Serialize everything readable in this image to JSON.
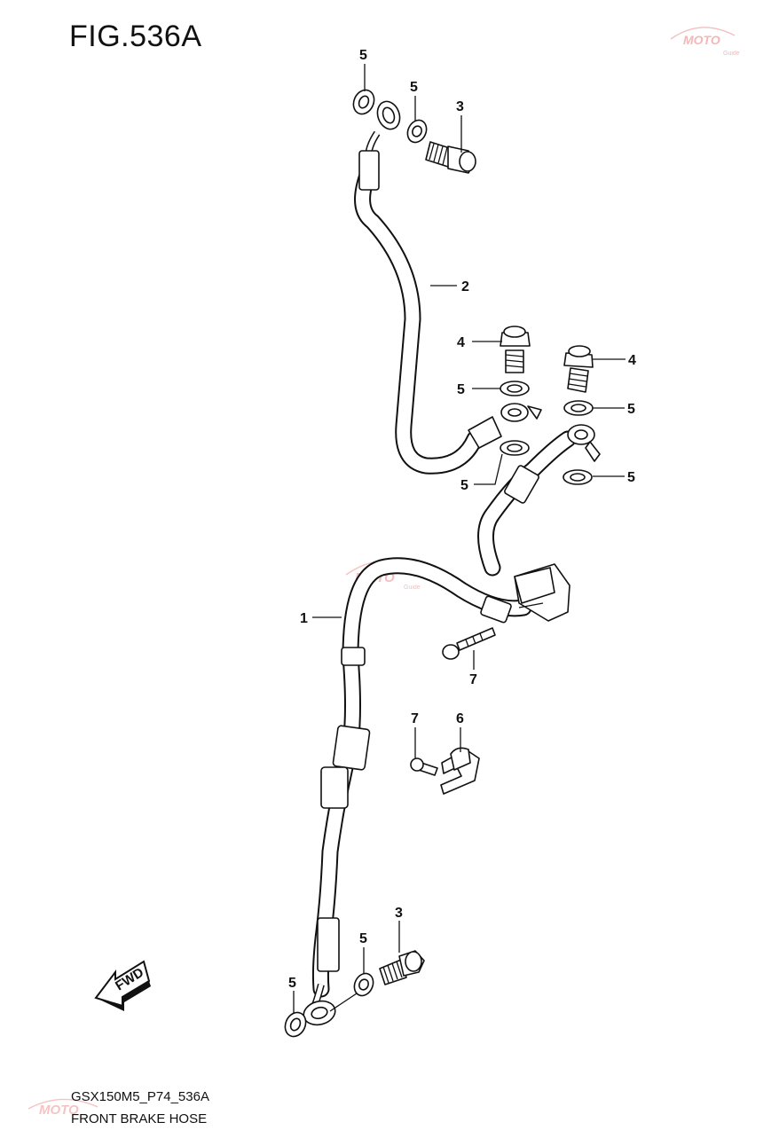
{
  "figure": {
    "title": "FIG.536A",
    "model_code": "GSX150M5_P74_536A",
    "diagram_name": "FRONT BRAKE HOSE"
  },
  "watermark": {
    "text": "MOTO",
    "subtext": "Guide",
    "color": "#e23b3b"
  },
  "direction_badge": {
    "text": "FWD"
  },
  "callouts": [
    {
      "id": "c5a",
      "number": "5"
    },
    {
      "id": "c5b",
      "number": "5"
    },
    {
      "id": "c3a",
      "number": "3"
    },
    {
      "id": "c2",
      "number": "2"
    },
    {
      "id": "c4a",
      "number": "4"
    },
    {
      "id": "c4b",
      "number": "4"
    },
    {
      "id": "c5c",
      "number": "5"
    },
    {
      "id": "c5d",
      "number": "5"
    },
    {
      "id": "c5e",
      "number": "5"
    },
    {
      "id": "c5f",
      "number": "5"
    },
    {
      "id": "c1",
      "number": "1"
    },
    {
      "id": "c7a",
      "number": "7"
    },
    {
      "id": "c7b",
      "number": "7"
    },
    {
      "id": "c6",
      "number": "6"
    },
    {
      "id": "c3b",
      "number": "3"
    },
    {
      "id": "c5g",
      "number": "5"
    },
    {
      "id": "c5h",
      "number": "5"
    }
  ]
}
